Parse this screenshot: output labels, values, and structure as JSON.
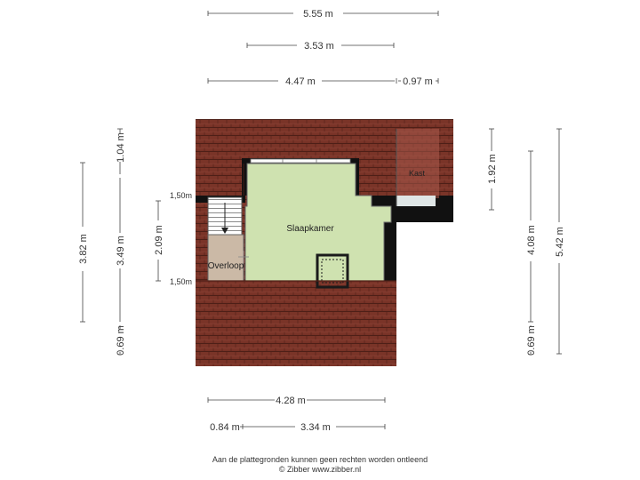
{
  "dimensions": {
    "top_total": "5.55 m",
    "top_inner": "3.53 m",
    "top_left": "4.47 m",
    "top_right": "0.97 m",
    "bottom_total": "4.28 m",
    "bottom_left": "0.84 m",
    "bottom_right": "3.34 m",
    "left_outer": "3.82 m",
    "left_top": "1.04 m",
    "left_mid": "3.49 m",
    "left_bottom": "0.69 m",
    "left_inner": "2.09 m",
    "right_top": "1.92 m",
    "right_mid": "4.08 m",
    "right_bottom": "0.69 m",
    "right_outer": "5.42 m",
    "height_upper": "1,50m",
    "height_lower": "1,50m"
  },
  "rooms": {
    "slaapkamer": "Slaapkamer",
    "overloop": "Overloop",
    "kast": "Kast"
  },
  "footer": {
    "line1": "Aan de plattegronden kunnen geen rechten worden ontleend",
    "line2": "© Zibber www.zibber.nl"
  }
}
